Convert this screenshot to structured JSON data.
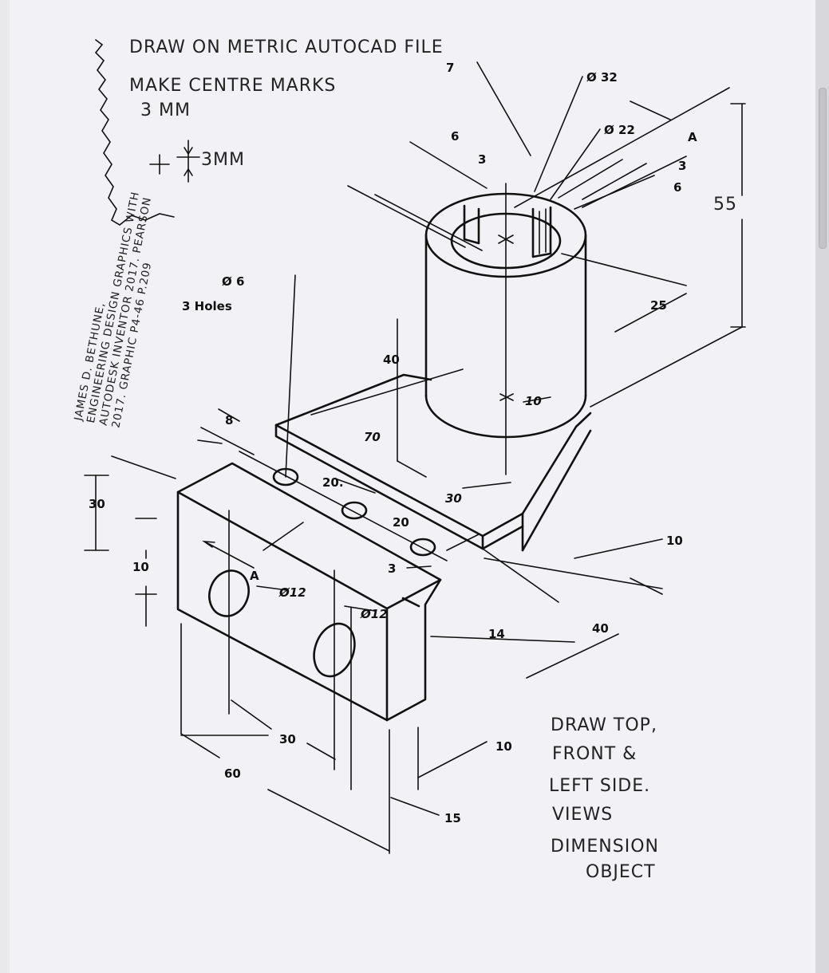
{
  "notes": {
    "line1": "DRAW ON METRIC AUTOCAD FILE",
    "line2": "MAKE CENTRE MARKS",
    "line3": "3 MM",
    "centre_mark_size": "3MM"
  },
  "source_credit": [
    "JAMES D. BETHUNE,",
    "ENGINEERING DESIGN GRAPHICS WITH",
    "AUTODESK INVENTOR 2017. PEARSON",
    "2017. GRAPHIC P4-46 P.209"
  ],
  "instructions": [
    "DRAW TOP,",
    "FRONT &",
    "LEFT SIDE.",
    "VIEWS",
    "DIMENSION",
    "OBJECT"
  ],
  "dimensions": {
    "d7": "7",
    "d32": "Ø 32",
    "d22": "Ø 22",
    "d6a": "6",
    "d3a": "3",
    "d3b": "3",
    "d6b": "6",
    "section_a_top": "A",
    "d55": "55",
    "d25": "25",
    "d40v": "40",
    "d10c": "10",
    "d70": "70",
    "d8": "8",
    "hole_dia": "Ø 6",
    "hole_count": "3 Holes",
    "d20a": "20.",
    "d20b": "20",
    "d30r": "30",
    "d30left": "30",
    "d10left": "10",
    "section_a_front": "A",
    "d12a": "Ø12",
    "d12b": "Ø12",
    "d3c": "3",
    "d14": "14",
    "d10r": "10",
    "d40r": "40",
    "d30b": "30",
    "d60": "60",
    "d10b": "10",
    "d15": "15"
  }
}
